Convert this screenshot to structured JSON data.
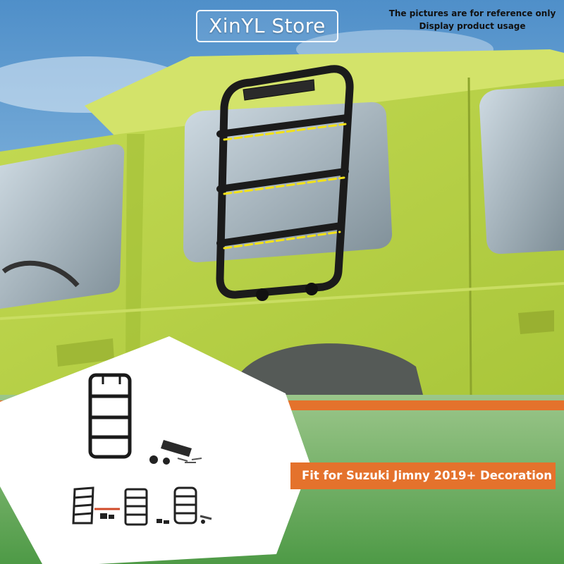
{
  "store": {
    "name": "XinYL Store"
  },
  "notice": {
    "line1": "The pictures are for reference only",
    "line2": "Display product usage"
  },
  "banner": {
    "fit_text": "Fit for Suzuki Jimny 2019+ Decoration"
  },
  "colors": {
    "car_body": "#b9d244",
    "accent_stripe": "#e4722c",
    "ladder": "#1a1a1a",
    "rung_highlight": "#f2e21a",
    "sky": "#7fb4dc"
  },
  "icons": {
    "product_main": "ladder-product-icon",
    "variant_1": "ladder-variant-1-icon",
    "variant_2": "ladder-variant-2-icon",
    "variant_3": "ladder-variant-3-icon"
  }
}
